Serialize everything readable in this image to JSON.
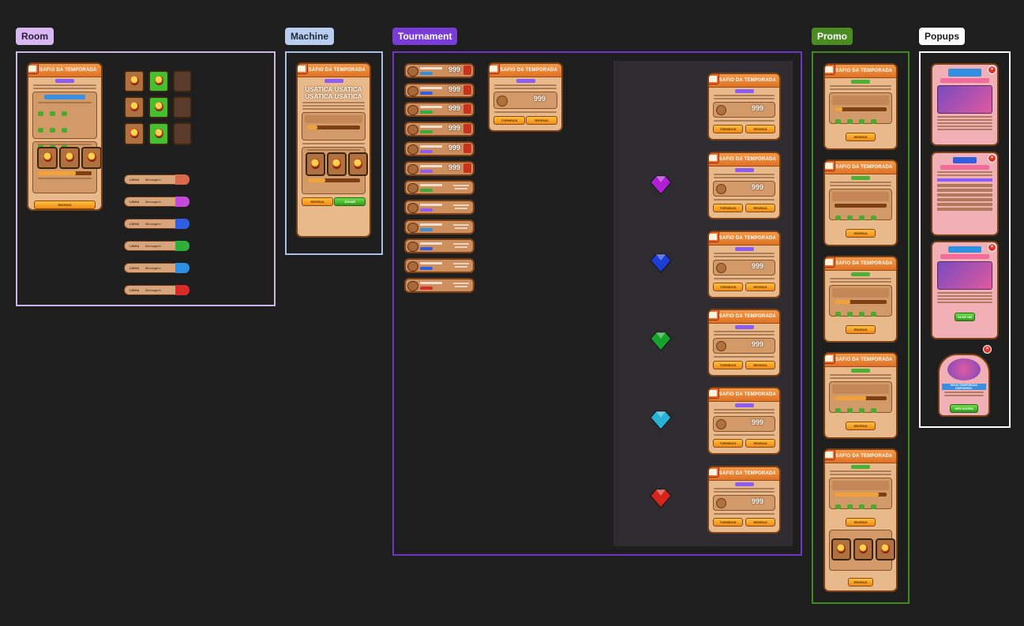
{
  "sections": {
    "room": {
      "label": "Room",
      "color": "#d9b7f2"
    },
    "machine": {
      "label": "Machine",
      "color": "#b9cdf0"
    },
    "tournament": {
      "label": "Tournament",
      "color": "#7a3cd6"
    },
    "promo": {
      "label": "Promo",
      "color": "#4a8c23"
    },
    "popups": {
      "label": "Popups",
      "color": "#ffffff"
    }
  },
  "cards": {
    "season_title": "DESAFIO DA TEMPORADA",
    "rules_button": "REGRAS",
    "play_button": "JOGAR",
    "tournaments_button": "TORNEIOS",
    "score_999": "999",
    "machine_word": "USATICA",
    "popup_thanks_button": "OLHE UM",
    "popup_new_season_button": "VER AGORA",
    "popup_new_season_title": "NOVA TEMPORADA DISPONÍVEL"
  },
  "room_messages": [
    {
      "label": "LINHA",
      "text": "Mensagem",
      "end_color": "#d76a4a"
    },
    {
      "label": "LINHA",
      "text": "Mensagem",
      "end_color": "#c44ad9"
    },
    {
      "label": "LINHA",
      "text": "Mensagem",
      "end_color": "#2f5fe0"
    },
    {
      "label": "LINHA",
      "text": "Mensagem",
      "end_color": "#2fae3a"
    },
    {
      "label": "LINHA",
      "text": "Mensagem",
      "end_color": "#2f8fe0"
    },
    {
      "label": "LINHA",
      "text": "Mensagem",
      "end_color": "#d92a2a"
    }
  ],
  "gems": [
    {
      "name": "purple-gem-icon",
      "color": "#b21ed6"
    },
    {
      "name": "blue-gem-icon",
      "color": "#1a3ed6"
    },
    {
      "name": "green-gem-icon",
      "color": "#17a22e"
    },
    {
      "name": "rainbow-gem-icon",
      "color": "#27b3d6"
    },
    {
      "name": "red-gem-icon",
      "color": "#d6261a"
    }
  ]
}
